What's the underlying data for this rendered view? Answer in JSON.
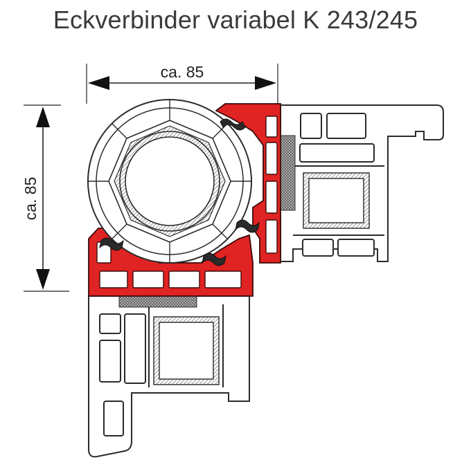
{
  "title": "Eckverbinder variabel  K 243/245",
  "dimensions": {
    "width_label": "ca. 85",
    "height_label": "ca. 85"
  },
  "colors": {
    "connector_fill": "#e02323",
    "connector_stroke": "#3a0a0a",
    "profile_stroke": "#2a2a2a",
    "profile_fill": "#ffffff",
    "steel_stroke": "#333333",
    "seal_fill": "#2a2a2a",
    "mesh_fill": "#8a8a8a"
  }
}
